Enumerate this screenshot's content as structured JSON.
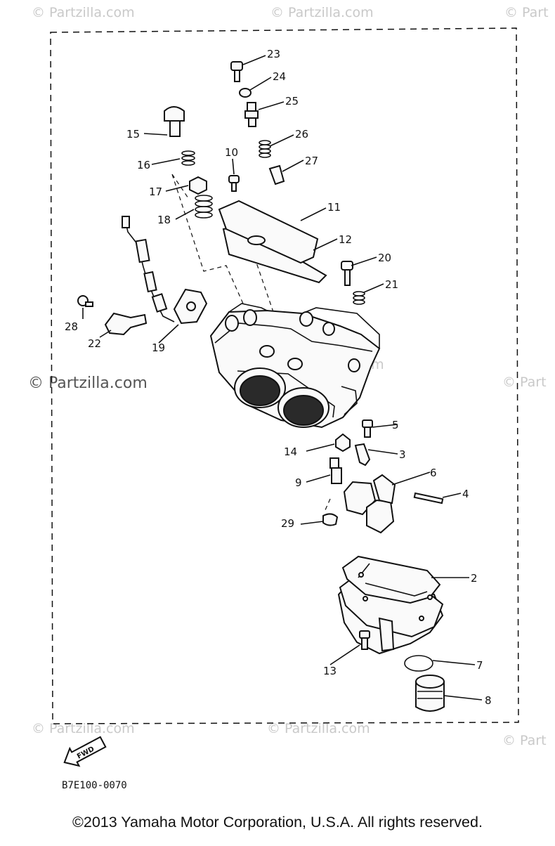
{
  "watermark": {
    "text": "© Partzilla.com",
    "short_text": "© Part"
  },
  "diagram": {
    "reference_code": "B7E100-0070",
    "direction_badge": "FWD",
    "callouts": [
      "23",
      "24",
      "25",
      "26",
      "27",
      "10",
      "11",
      "12",
      "15",
      "16",
      "17",
      "18",
      "20",
      "21",
      "28",
      "22",
      "19",
      "5",
      "14",
      "3",
      "9",
      "6",
      "4",
      "29",
      "2",
      "13",
      "7",
      "8"
    ]
  },
  "footer": {
    "copyright": "©2013  Yamaha Motor Corporation, U.S.A. All rights reserved."
  }
}
